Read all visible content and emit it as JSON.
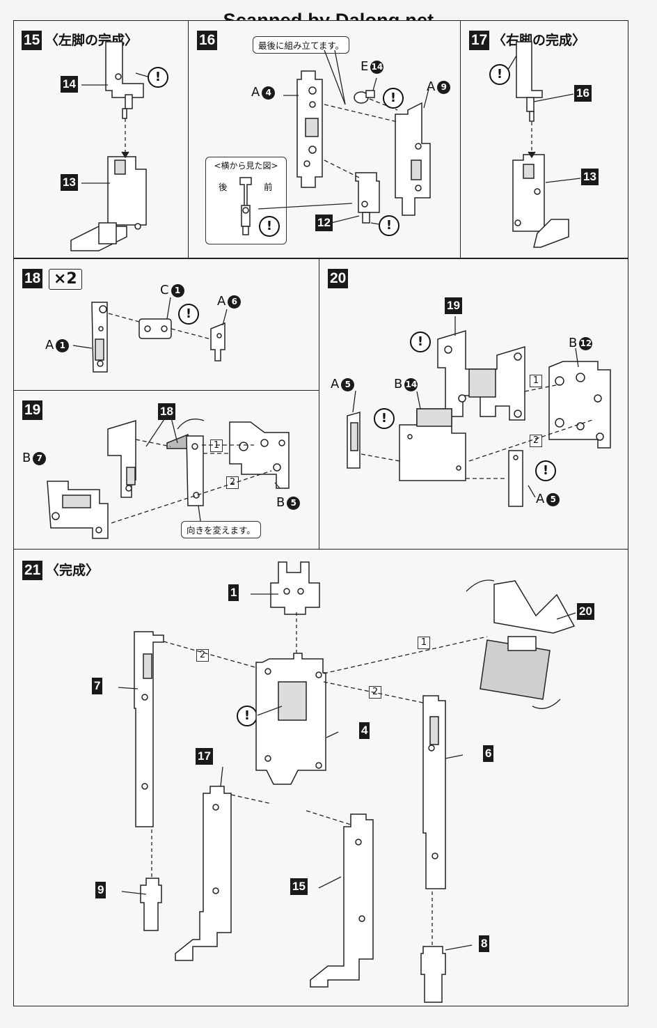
{
  "watermark": "Scanned by Dalong.net",
  "steps": {
    "s15": {
      "num": "15",
      "title": "〈左脚の完成〉",
      "parts": {
        "a": "14",
        "b": "13"
      }
    },
    "s16": {
      "num": "16",
      "note": "最後に組み立てます。",
      "labels": {
        "a4_letter": "A",
        "a4_num": "4",
        "e14_letter": "E",
        "e14_num": "14",
        "a9_letter": "A",
        "a9_num": "9"
      },
      "tag": "12",
      "sideview": {
        "title": "<横から見た図>",
        "back": "後",
        "front": "前"
      }
    },
    "s17": {
      "num": "17",
      "title": "〈右脚の完成〉",
      "parts": {
        "a": "16",
        "b": "13"
      }
    },
    "s18": {
      "num": "18",
      "multiplier": "×2",
      "labels": {
        "c1_letter": "C",
        "c1_num": "1",
        "a6_letter": "A",
        "a6_num": "6",
        "a1_letter": "A",
        "a1_num": "1"
      }
    },
    "s19": {
      "num": "19",
      "tag": "18",
      "note": "向きを変えます。",
      "seq1": "1",
      "seq2": "2",
      "labels": {
        "b7_letter": "B",
        "b7_num": "7",
        "b5_letter": "B",
        "b5_num": "5"
      }
    },
    "s20": {
      "num": "20",
      "tag": "19",
      "seq1": "1",
      "seq2": "2",
      "labels": {
        "a5_letter": "A",
        "a5_num": "5",
        "b14_letter": "B",
        "b14_num": "14",
        "b12_letter": "B",
        "b12_num": "12",
        "a5b_letter": "A",
        "a5b_num": "5"
      }
    },
    "s21": {
      "num": "21",
      "title": "〈完成〉",
      "seq1": "1",
      "seq2a": "2",
      "seq2b": "2",
      "tags": {
        "t1": "1",
        "t20": "20",
        "t7": "7",
        "t4": "4",
        "t6": "6",
        "t17": "17",
        "t15": "15",
        "t9": "9",
        "t8": "8"
      }
    }
  },
  "warning_symbol": "!"
}
